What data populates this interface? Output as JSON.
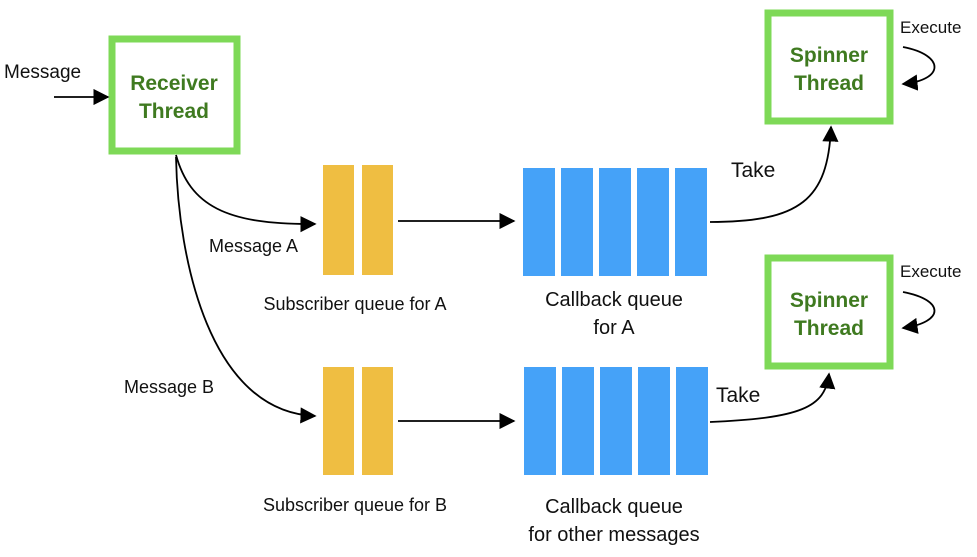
{
  "colors": {
    "thread_border": "#7ed957",
    "thread_text": "#3f7a20",
    "subscriber_slot": "#efbe42",
    "callback_slot": "#45a2f8",
    "arrow": "#000000"
  },
  "receiver": {
    "line1": "Receiver",
    "line2": "Thread"
  },
  "spinner_a": {
    "line1": "Spinner",
    "line2": "Thread"
  },
  "spinner_b": {
    "line1": "Spinner",
    "line2": "Thread"
  },
  "labels": {
    "message_in": "Message",
    "message_a": "Message A",
    "message_b": "Message B",
    "take_a": "Take",
    "take_b": "Take",
    "execute_a": "Execute",
    "execute_b": "Execute",
    "subscriber_a": "Subscriber queue for A",
    "subscriber_b": "Subscriber queue for B",
    "callback_a_line1": "Callback queue",
    "callback_a_line2": "for A",
    "callback_b_line1": "Callback queue",
    "callback_b_line2": "for other messages"
  }
}
